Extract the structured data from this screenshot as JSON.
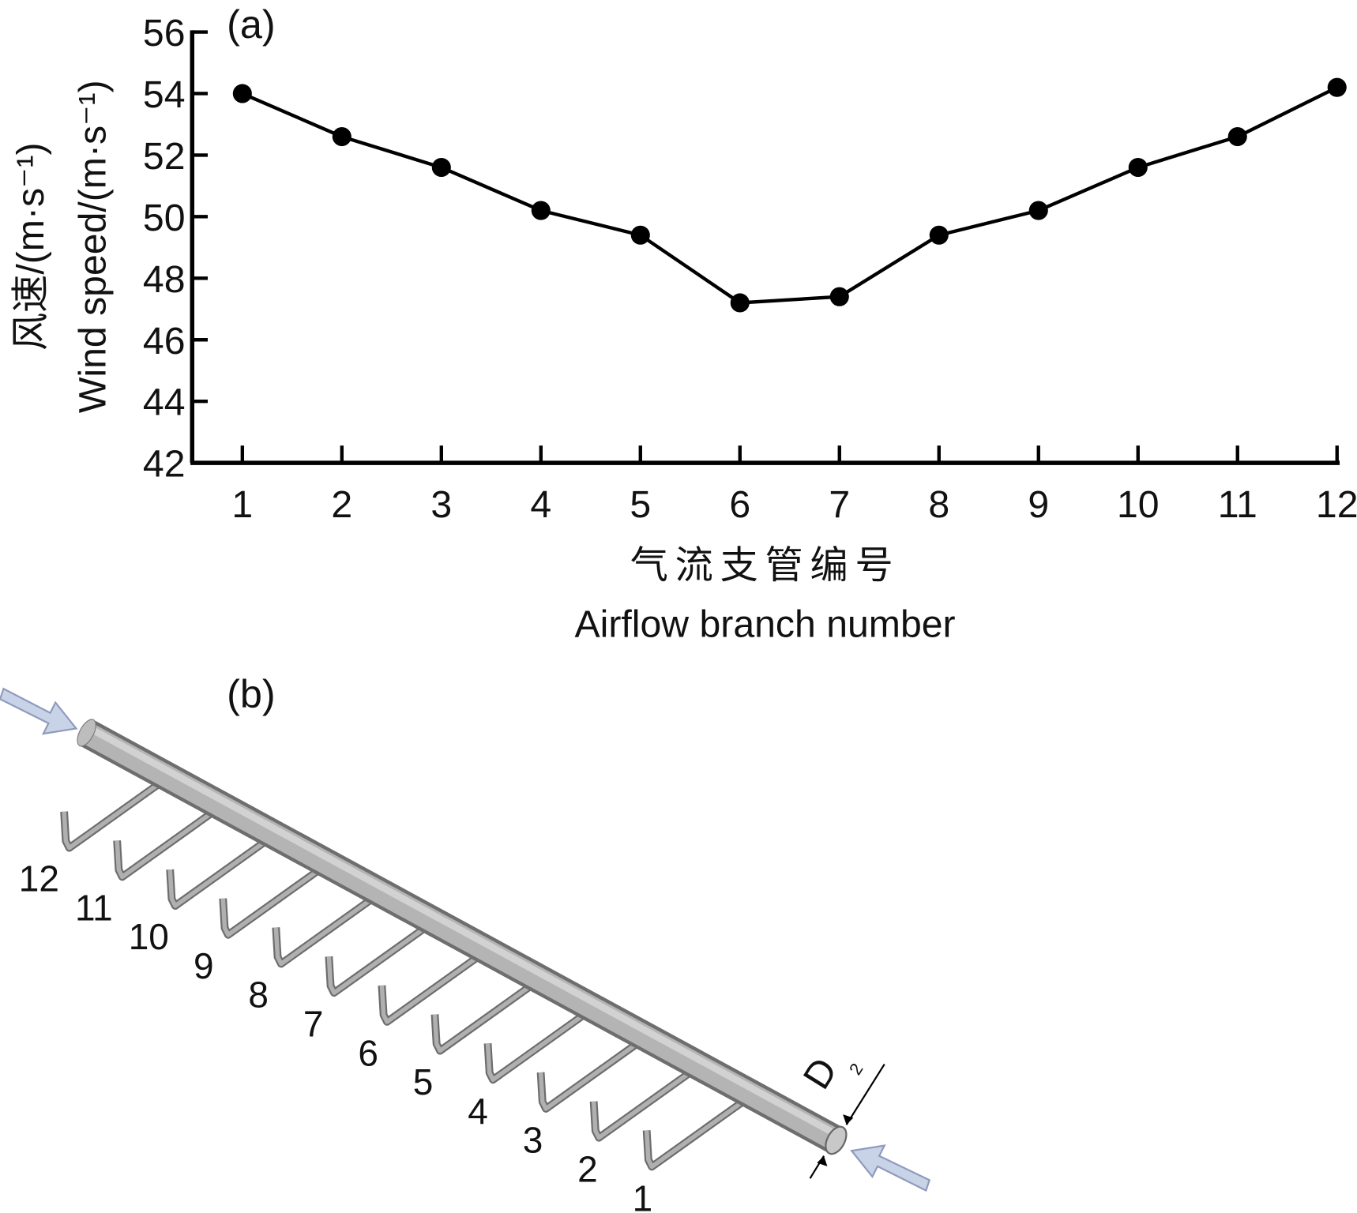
{
  "chart_data": {
    "type": "line",
    "panel_label": "(a)",
    "title": "",
    "xlabel_cn": "气流支管编号",
    "xlabel": "Airflow branch number",
    "ylabel_cn": "风速/(m·s⁻¹)",
    "ylabel": "Wind speed/(m·s⁻¹)",
    "categories": [
      "1",
      "2",
      "3",
      "4",
      "5",
      "6",
      "7",
      "8",
      "9",
      "10",
      "11",
      "12"
    ],
    "x": [
      1,
      2,
      3,
      4,
      5,
      6,
      7,
      8,
      9,
      10,
      11,
      12
    ],
    "series": [
      {
        "name": "Wind speed",
        "values": [
          54.0,
          52.6,
          51.6,
          50.2,
          49.4,
          47.2,
          47.4,
          49.4,
          50.2,
          51.6,
          52.6,
          54.2
        ],
        "color": "#000000"
      }
    ],
    "ylim": [
      42,
      56
    ],
    "yticks": [
      "42",
      "44",
      "46",
      "48",
      "50",
      "52",
      "54",
      "56"
    ],
    "grid": false,
    "legend": "none"
  },
  "diagram": {
    "panel_label": "(b)",
    "branch_labels": [
      "12",
      "11",
      "10",
      "9",
      "8",
      "7",
      "6",
      "5",
      "4",
      "3",
      "2",
      "1"
    ],
    "dimension_label": "D",
    "dimension_subscript": "2",
    "pipe_color": "#a8a8a8",
    "arrow_color": "#c9d3e8"
  }
}
